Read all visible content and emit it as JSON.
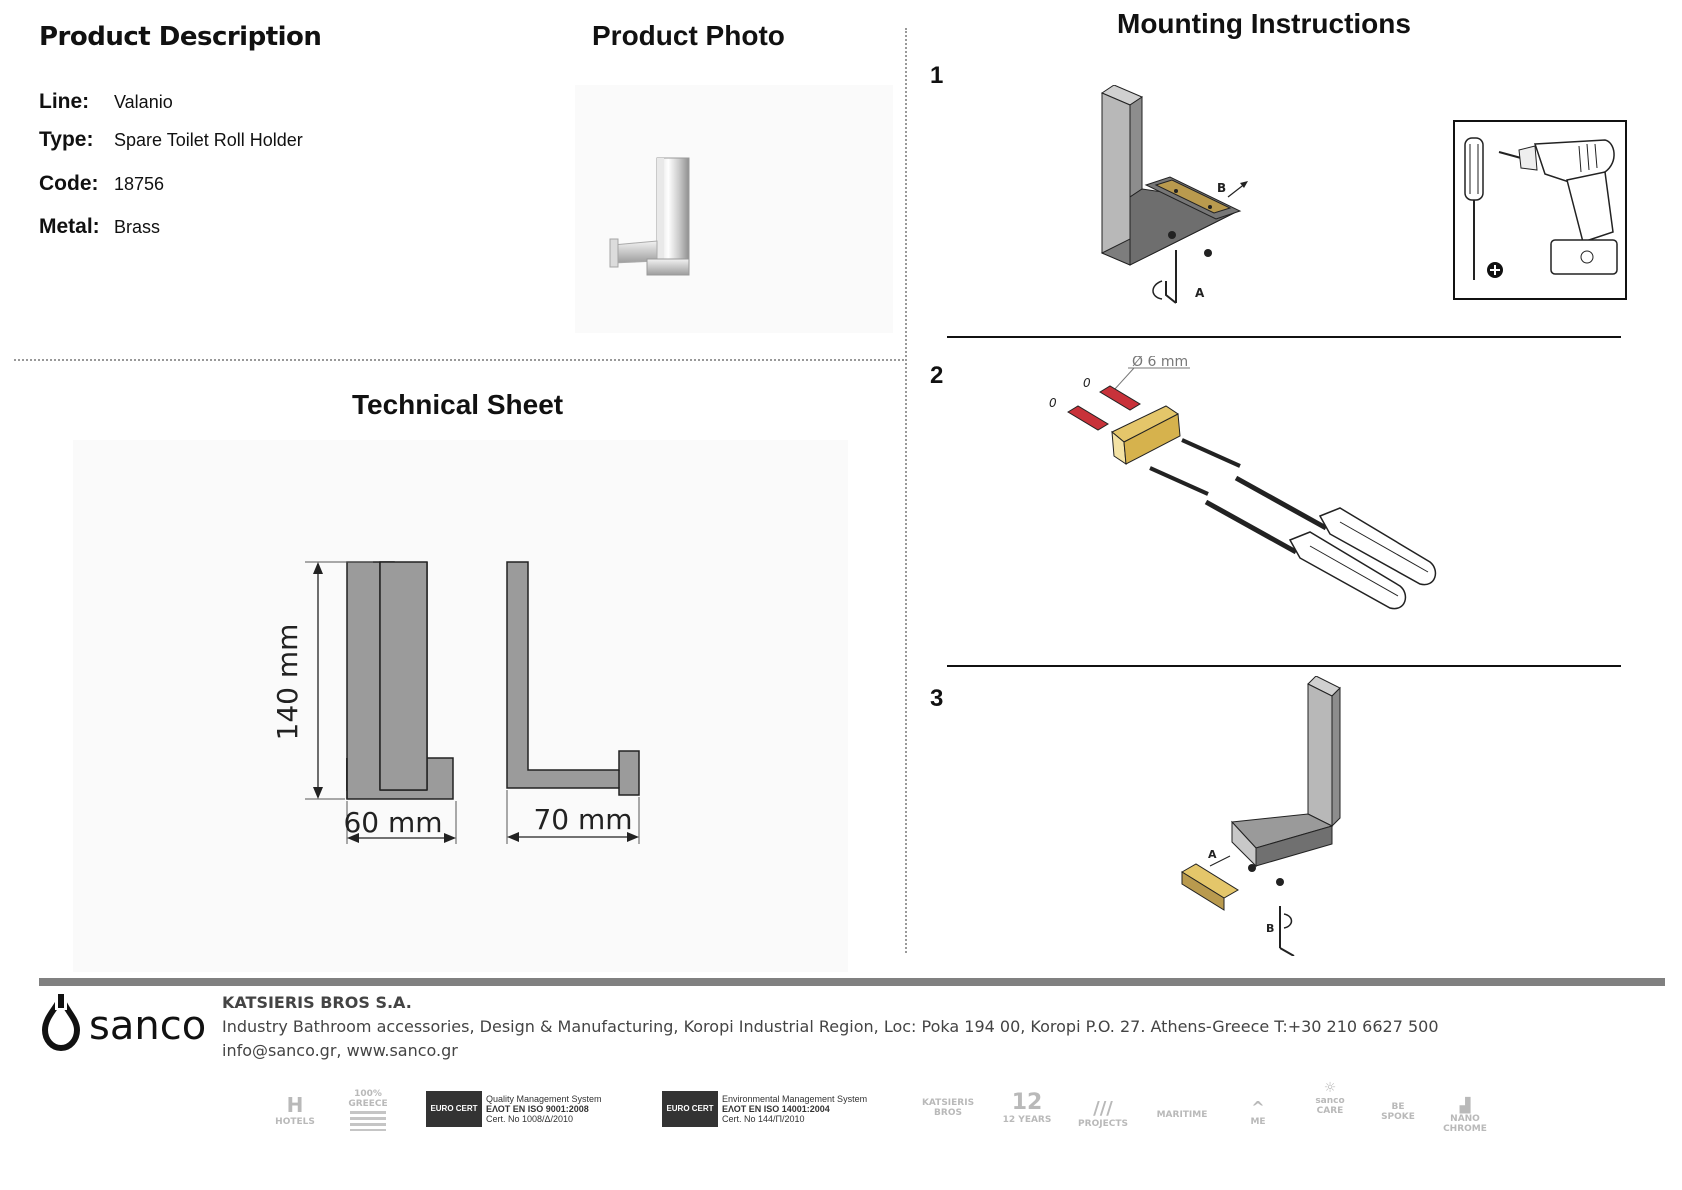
{
  "product_description": {
    "title": "Product Description",
    "specs": [
      {
        "key": "Line:",
        "value": "Valanio"
      },
      {
        "key": "Type:",
        "value": "Spare Toilet Roll Holder"
      },
      {
        "key": "Code:",
        "value": "18756"
      },
      {
        "key": "Metal:",
        "value": "Brass"
      }
    ]
  },
  "product_photo": {
    "title": "Product Photo"
  },
  "technical_sheet": {
    "title": "Technical Sheet",
    "dim_height": "140 mm",
    "dim_width": "60 mm",
    "dim_depth": "70 mm"
  },
  "mounting": {
    "title": "Mounting Instructions",
    "steps": [
      "1",
      "2",
      "3"
    ],
    "labels": {
      "a": "A",
      "b": "B",
      "drill": "Ø 6 mm",
      "o": "0"
    }
  },
  "footer": {
    "company": "KATSIERIS BROS S.A.",
    "address": "Industry Bathroom accessories, Design & Manufacturing, Koropi Industrial Region, Loc: Poka 194 00, Koropi P.O. 27. Athens-Greece   T:+30 210 6627 500",
    "contact": "info@sanco.gr, www.sanco.gr",
    "brand": "sanco",
    "cert1": {
      "logo": "EURO CERT",
      "line1": "Quality Management System",
      "line2": "ΕΛΟΤ EN ISO 9001:2008",
      "line3": "Cert. No 1008/Δ/2010"
    },
    "cert2": {
      "logo": "EURO CERT",
      "line1": "Environmental Management System",
      "line2": "ΕΛΟΤ EN ISO 14001:2004",
      "line3": "Cert. No 144/Π/2010"
    },
    "badges": [
      {
        "name": "hotels",
        "text": "HOTELS"
      },
      {
        "name": "greece",
        "text": "100% GREECE"
      },
      {
        "name": "katsieris",
        "text": "KATSIERIS BROS"
      },
      {
        "name": "years",
        "text": "12 YEARS"
      },
      {
        "name": "projects",
        "text": "PROJECTS"
      },
      {
        "name": "maritime",
        "text": "MARITIME"
      },
      {
        "name": "me",
        "text": "ME"
      },
      {
        "name": "care",
        "text": "sanco CARE"
      },
      {
        "name": "bespoke",
        "text": "BE SPOKE"
      },
      {
        "name": "nano",
        "text": "NANO CHROME"
      }
    ]
  }
}
